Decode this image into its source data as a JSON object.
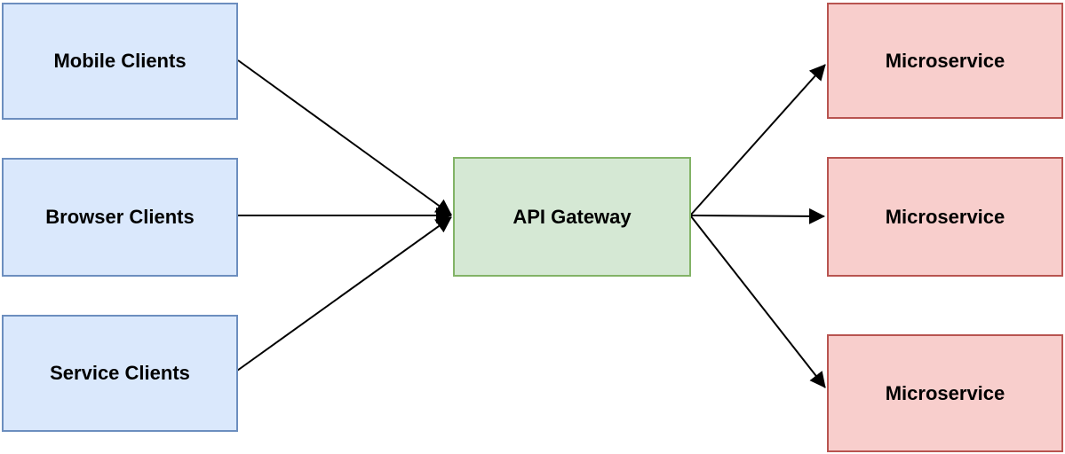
{
  "diagram": {
    "nodes": {
      "clients": [
        {
          "id": "mobile-clients",
          "label": "Mobile Clients"
        },
        {
          "id": "browser-clients",
          "label": "Browser Clients"
        },
        {
          "id": "service-clients",
          "label": "Service Clients"
        }
      ],
      "gateway": {
        "id": "api-gateway",
        "label": "API Gateway"
      },
      "services": [
        {
          "id": "microservice-top",
          "label": "Microservice"
        },
        {
          "id": "microservice-middle",
          "label": "Microservice"
        },
        {
          "id": "microservice-bottom",
          "label": "Microservice"
        }
      ]
    },
    "edges": [
      {
        "from": "mobile-clients",
        "to": "api-gateway"
      },
      {
        "from": "browser-clients",
        "to": "api-gateway"
      },
      {
        "from": "service-clients",
        "to": "api-gateway"
      },
      {
        "from": "api-gateway",
        "to": "microservice-top"
      },
      {
        "from": "api-gateway",
        "to": "microservice-middle"
      },
      {
        "from": "api-gateway",
        "to": "microservice-bottom"
      }
    ],
    "colors": {
      "client_fill": "#dae8fc",
      "client_border": "#6c8ebf",
      "gateway_fill": "#d5e8d4",
      "gateway_border": "#82b366",
      "service_fill": "#f8cecc",
      "service_border": "#b85450",
      "arrow": "#000000",
      "background": "#ffffff",
      "text": "#000000"
    }
  }
}
